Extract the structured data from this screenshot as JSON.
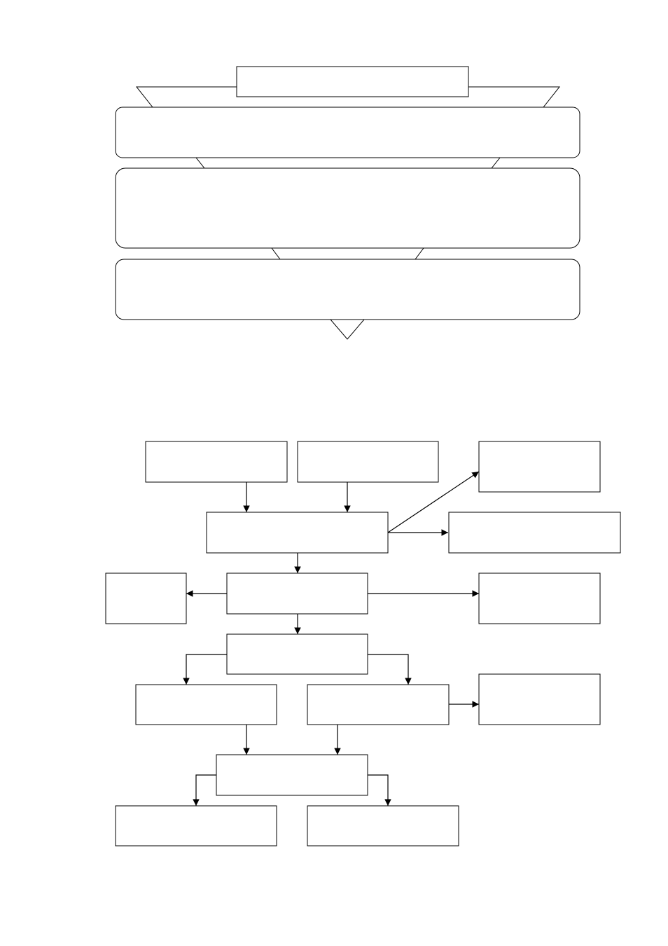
{
  "diagram": {
    "stroke_color": "#000000",
    "fill_color": "#ffffff",
    "funnel": {
      "header": {
        "label": ""
      },
      "stages": [
        {
          "label": ""
        },
        {
          "label": ""
        },
        {
          "label": ""
        }
      ]
    },
    "flowchart": {
      "nodes": [
        {
          "id": "input-a",
          "label": ""
        },
        {
          "id": "input-b",
          "label": ""
        },
        {
          "id": "step-1",
          "label": ""
        },
        {
          "id": "output-1a",
          "label": ""
        },
        {
          "id": "output-1b",
          "label": ""
        },
        {
          "id": "step-2",
          "label": ""
        },
        {
          "id": "branch-2-left",
          "label": ""
        },
        {
          "id": "branch-2-right",
          "label": ""
        },
        {
          "id": "step-3",
          "label": ""
        },
        {
          "id": "step-3-left",
          "label": ""
        },
        {
          "id": "step-3-right",
          "label": ""
        },
        {
          "id": "step-3-right-out",
          "label": ""
        },
        {
          "id": "step-4",
          "label": ""
        },
        {
          "id": "final-left",
          "label": ""
        },
        {
          "id": "final-right",
          "label": ""
        }
      ]
    }
  }
}
